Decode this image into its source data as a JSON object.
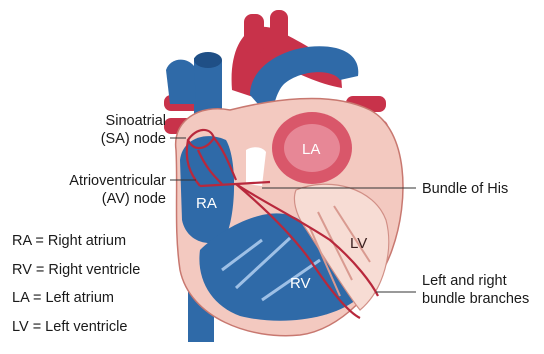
{
  "labels": {
    "sa_node": [
      "Sinoatrial",
      "(SA) node"
    ],
    "av_node": [
      "Atrioventricular",
      "(AV) node"
    ],
    "bundle_of_his": "Bundle of His",
    "bundle_branches": [
      "Left and right",
      "bundle branches"
    ]
  },
  "chambers": {
    "ra": "RA",
    "la": "LA",
    "rv": "RV",
    "lv": "LV"
  },
  "legend": [
    "RA = Right atrium",
    "RV = Right ventricle",
    "LA = Left atrium",
    "LV = Left ventricle"
  ],
  "colors": {
    "vein_blue": "#2f6aa8",
    "artery_red": "#c8324a",
    "muscle_pink": "#f3c9c0",
    "conduction": "#b8283c"
  }
}
